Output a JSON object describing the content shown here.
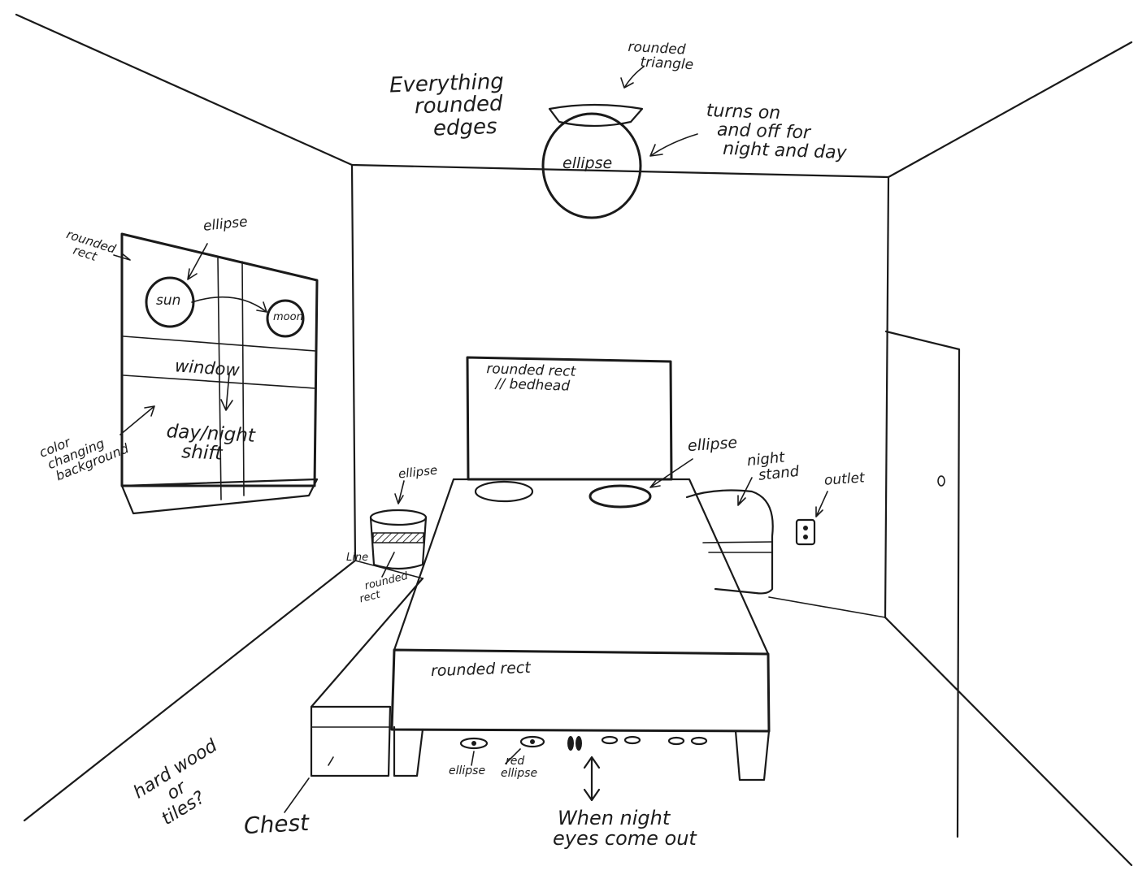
{
  "annotations": {
    "everything_rounded": [
      "Everything",
      "rounded",
      "edges"
    ],
    "rounded_triangle": [
      "rounded",
      "triangle"
    ],
    "lamp_ellipse": "ellipse",
    "lamp_toggle": [
      "turns on",
      "and off for",
      "night and day"
    ],
    "window_rounded_rect": [
      "rounded",
      "rect"
    ],
    "window_ellipse": "ellipse",
    "sun": "sun",
    "moon": "moon",
    "window": "window",
    "day_night_shift": [
      "day/night",
      "shift"
    ],
    "color_background": [
      "color",
      "changing",
      "background"
    ],
    "bedhead": [
      "rounded rect",
      "// bedhead"
    ],
    "pillow_ellipse": "ellipse",
    "nightstand": [
      "night",
      "stand"
    ],
    "outlet": "outlet",
    "bucket_ellipse": "ellipse",
    "bucket_line": "Line",
    "bucket_rounded_rect": [
      "rounded",
      "rect"
    ],
    "bed_front": "rounded rect",
    "floor": [
      "hard wood",
      "or",
      "tiles?"
    ],
    "chest": "Chest",
    "eyes_ellipse": "ellipse",
    "eyes_red_ellipse": [
      "red",
      "ellipse"
    ],
    "eyes_note": [
      "When night",
      "eyes come out"
    ]
  }
}
